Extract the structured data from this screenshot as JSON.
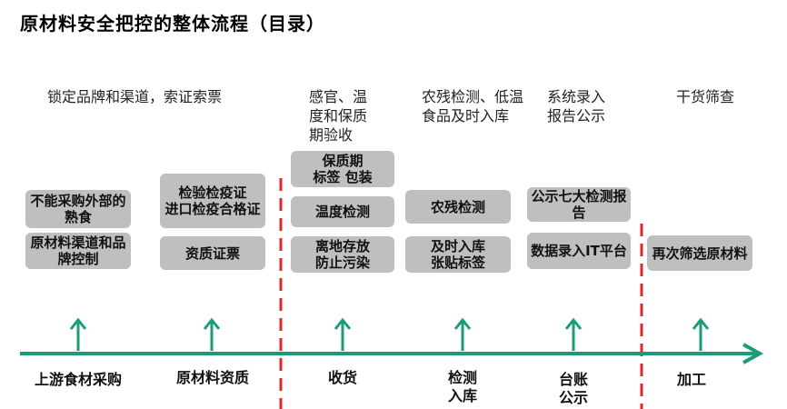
{
  "title": "原材料安全把控的整体流程（目录）",
  "colors": {
    "timeline": "#1a9b7a",
    "divider": "#e0262a",
    "box": "#bfbfbf"
  },
  "columns": [
    {
      "id": "upstream",
      "desc": "锁定品牌和渠道，索证索票",
      "boxes": [
        "不能采购外部的熟食",
        "原材料渠道和品牌控制"
      ],
      "stage": "上游食材采购"
    },
    {
      "id": "qualification",
      "desc": "",
      "boxes": [
        "检验检疫证\n进口检疫合格证",
        "资质证票"
      ],
      "stage": "原材料资质"
    },
    {
      "id": "receiving",
      "desc": "感官、温度和保质期验收",
      "boxes": [
        "保质期\n标签 包装",
        "温度检测",
        "离地存放\n防止污染"
      ],
      "stage": "收货"
    },
    {
      "id": "inspection",
      "desc": "农残检测、低温食品及时入库",
      "boxes": [
        "农残检测",
        "及时入库\n张贴标签"
      ],
      "stage": "检测\n入库"
    },
    {
      "id": "ledger",
      "desc": "系统录入报告公示",
      "boxes": [
        "公示七大检测报告",
        "数据录入IT平台"
      ],
      "stage": "台账\n公示"
    },
    {
      "id": "processing",
      "desc": "干货筛查",
      "boxes": [
        "再次筛选原材料"
      ],
      "stage": "加工"
    }
  ]
}
